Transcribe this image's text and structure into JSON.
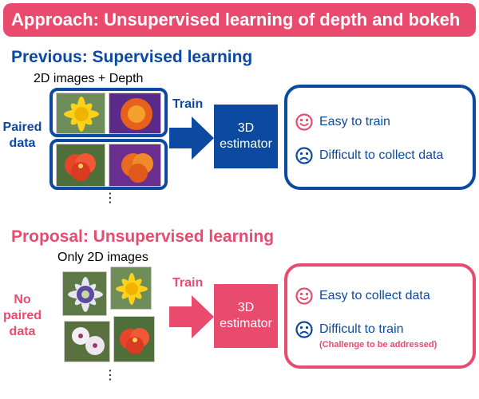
{
  "banner": {
    "title": "Approach: Unsupervised learning of depth and bokeh"
  },
  "previous": {
    "title": "Previous: Supervised learning",
    "caption": "2D images + Depth",
    "side_label": [
      "Paired",
      "data"
    ],
    "train_label": "Train",
    "estimator": [
      "3D",
      "estimator"
    ],
    "pros": "Easy to train",
    "cons": "Difficult to collect data",
    "continuation": "⋮"
  },
  "proposal": {
    "title": "Proposal: Unsupervised learning",
    "caption": "Only 2D images",
    "side_label": [
      "No",
      "paired",
      "data"
    ],
    "train_label": "Train",
    "estimator": [
      "3D",
      "estimator"
    ],
    "pros": "Easy to collect data",
    "cons": "Difficult to train",
    "cons_note": "(Challenge to be addressed)",
    "continuation": "⋮"
  },
  "colors": {
    "blue": "#0b4aa0",
    "pink": "#e94b6f",
    "smile": "#e94b6f",
    "frown": "#0b4aa0"
  },
  "icons": [
    "smiley-icon",
    "frown-icon",
    "arrow-right-icon"
  ]
}
